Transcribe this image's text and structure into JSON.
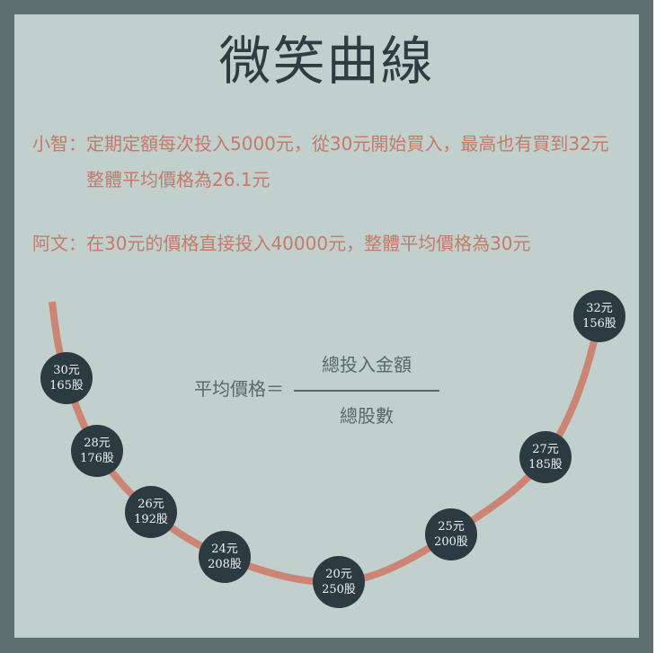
{
  "title": "微笑曲線",
  "notes": {
    "line1": "小智：定期定額每次投入5000元，從30元開始買入，最高也有買到32元",
    "line2": "整體平均價格為26.1元",
    "line3": "阿文：在30元的價格直接投入40000元，整體平均價格為30元"
  },
  "formula": {
    "label": "平均價格＝",
    "numerator": "總投入金額",
    "denominator": "總股數"
  },
  "colors": {
    "frame": "#5d706f",
    "panel": "#c2d0cd",
    "title": "#2f3d42",
    "note_text": "#c47a6a",
    "curve": "#cc8474",
    "dot": "#2c3a42",
    "formula_text": "#56696a"
  },
  "points": [
    {
      "price": "30元",
      "shares": "165股"
    },
    {
      "price": "28元",
      "shares": "176股"
    },
    {
      "price": "26元",
      "shares": "192股"
    },
    {
      "price": "24元",
      "shares": "208股"
    },
    {
      "price": "20元",
      "shares": "250股"
    },
    {
      "price": "25元",
      "shares": "200股"
    },
    {
      "price": "27元",
      "shares": "185股"
    },
    {
      "price": "32元",
      "shares": "156股"
    }
  ]
}
